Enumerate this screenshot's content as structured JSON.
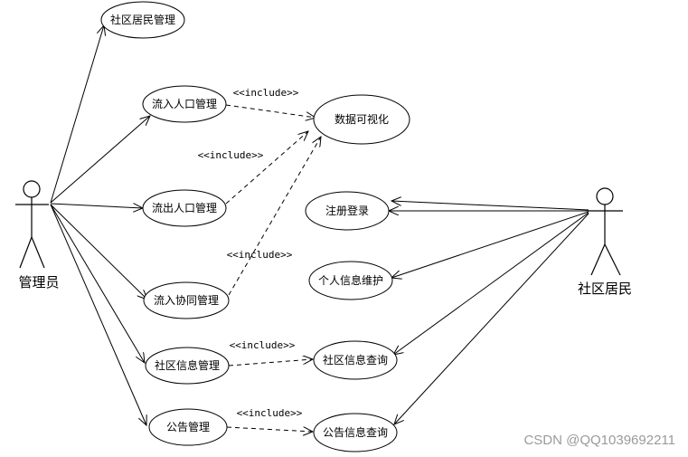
{
  "actors": {
    "admin": "管理员",
    "resident": "社区居民"
  },
  "use_cases": {
    "resident_mgmt": "社区居民管理",
    "inflow_mgmt": "流入人口管理",
    "outflow_mgmt": "流出人口管理",
    "coop_mgmt": "流入协同管理",
    "info_mgmt": "社区信息管理",
    "notice_mgmt": "公告管理",
    "data_vis": "数据可视化",
    "register_login": "注册登录",
    "personal_info": "个人信息维护",
    "info_query": "社区信息查询",
    "notice_query": "公告信息查询"
  },
  "relations": {
    "include": "<<include>>"
  },
  "watermark": "CSDN @QQ1039692211"
}
